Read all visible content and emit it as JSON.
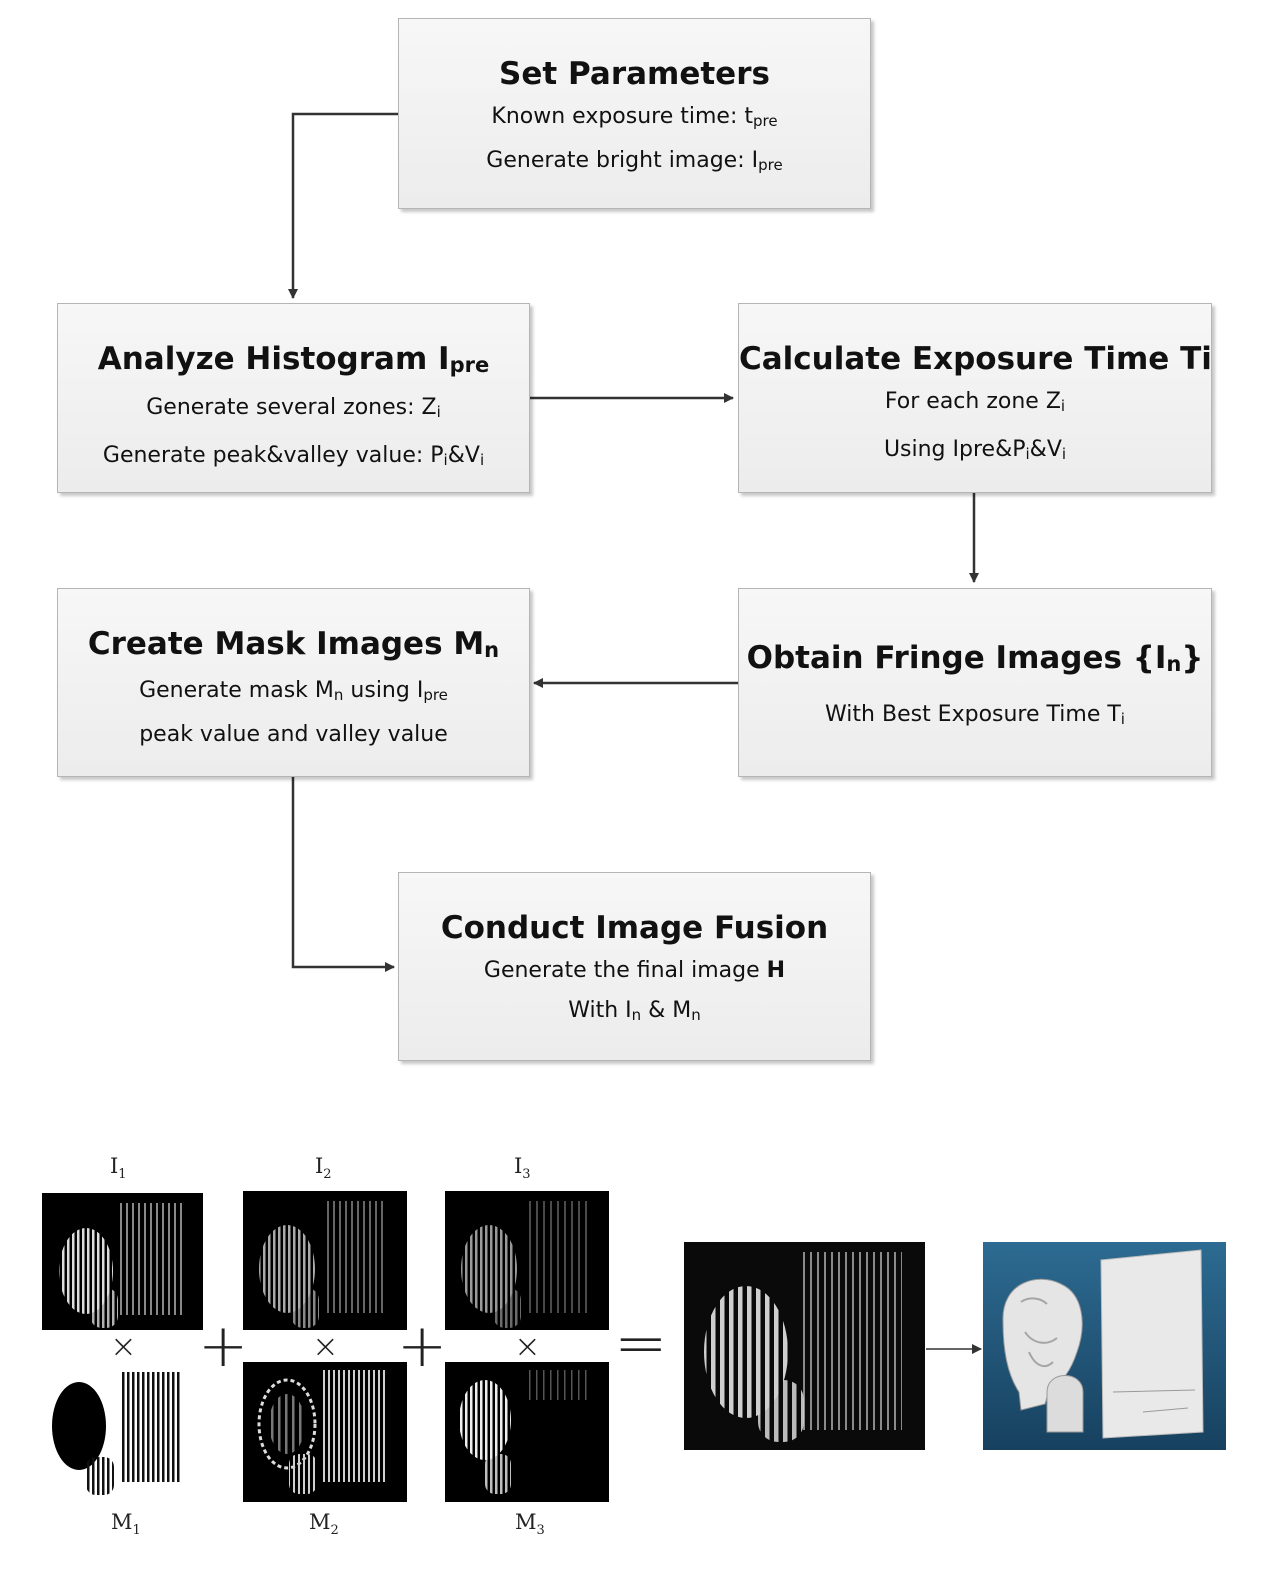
{
  "boxes": {
    "set_parameters": {
      "title": "Set Parameters",
      "line1": "Known exposure time: t",
      "line1_sub": "pre",
      "line2": "Generate bright image: I",
      "line2_sub": "pre"
    },
    "analyze_histogram": {
      "title": "Analyze Histogram I",
      "title_sub": "pre",
      "line1": "Generate several zones: Z",
      "line1_sub": "i",
      "line2": "Generate peak&valley value: P",
      "line2_sub": "i",
      "line2_mid": "&V",
      "line2_sub2": "i"
    },
    "calculate_exposure": {
      "title": "Calculate Exposure Time Ti",
      "line1": "For each zone Z",
      "line1_sub": "i",
      "line2": "Using Ipre&P",
      "line2_sub": "i",
      "line2_mid": "&V",
      "line2_sub2": "i"
    },
    "create_mask": {
      "title": "Create Mask Images M",
      "title_sub": "n",
      "line1": "Generate mask M",
      "line1_sub": "n",
      "line1_mid": " using I",
      "line1_sub2": "pre",
      "line2": "peak value and valley value"
    },
    "obtain_fringe": {
      "title": "Obtain Fringe Images {I",
      "title_sub": "n",
      "title_end": "}",
      "line1": "With Best Exposure Time T",
      "line1_sub": "i"
    },
    "conduct_fusion": {
      "title": "Conduct Image Fusion",
      "line1": "Generate the final image ",
      "line1_bold": "H",
      "line2": "With I",
      "line2_sub": "n",
      "line2_mid": " & M",
      "line2_sub2": "n"
    }
  },
  "fusion_row": {
    "labels_top": [
      {
        "base": "I",
        "sub": "1"
      },
      {
        "base": "I",
        "sub": "2"
      },
      {
        "base": "I",
        "sub": "3"
      }
    ],
    "labels_bottom": [
      {
        "base": "M",
        "sub": "1"
      },
      {
        "base": "M",
        "sub": "2"
      },
      {
        "base": "M",
        "sub": "3"
      }
    ],
    "times_symbol": "×",
    "plus_symbol": "+",
    "equals_symbol": "="
  }
}
